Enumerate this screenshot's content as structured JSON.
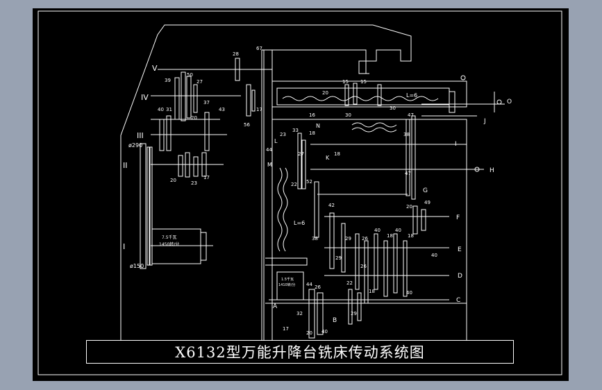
{
  "title": "X6132型万能升降台铣床传动系统图",
  "shaft_labels": {
    "V": "V",
    "IV": "IV",
    "III": "III",
    "II": "II",
    "I": "I"
  },
  "right_labels": {
    "O": "O",
    "J": "J",
    "I": "I",
    "H": "H",
    "G": "G",
    "F": "F",
    "E": "E",
    "D": "D",
    "C": "C",
    "B": "B",
    "A": "A",
    "K": "K",
    "L": "L",
    "M": "M",
    "N": "N"
  },
  "gear_numbers": {
    "g28": "28",
    "g67": "67",
    "g50": "50",
    "g39": "39",
    "g27": "27",
    "g37": "37",
    "g31": "31",
    "g40a": "40",
    "g20a": "20",
    "g43": "43",
    "g17a": "17",
    "g56": "56",
    "g20b": "20",
    "g23a": "23",
    "g17b": "17",
    "g15a": "15",
    "g15b": "15",
    "g20c": "20",
    "g30a": "30",
    "g30b": "30",
    "g16": "16",
    "g47a": "47",
    "g38": "38",
    "g33": "33",
    "g23b": "23",
    "g18a": "18",
    "g18b": "18",
    "g44a": "44",
    "g27b": "27",
    "g22": "22",
    "g52": "52",
    "g20d": "20",
    "g47b": "47",
    "g42": "42",
    "g49": "49",
    "g29a": "29",
    "g26a": "26",
    "g40b": "40",
    "g40c": "40",
    "g18c": "18",
    "g18d": "18",
    "g26b": "26",
    "g29b": "29",
    "g22b": "22",
    "g44b": "44",
    "g26c": "26",
    "g32": "32",
    "g17c": "17",
    "g20e": "20",
    "g40d": "40",
    "g38b": "38",
    "g40e": "40",
    "g29c": "29",
    "g18e": "18",
    "g40f": "40"
  },
  "annotations": {
    "lead_top": "L=6",
    "lead_mid": "L=6",
    "pulley_top": "ø290",
    "pulley_bottom": "ø150",
    "motor1_line1": "7.5千瓦",
    "motor1_line2": "1450转/分",
    "motor2_line1": "1.5千瓦",
    "motor2_line2": "1410转/分"
  },
  "colors": {
    "background": "#98a2b2",
    "sheet": "#000000",
    "lines": "#ffffff"
  }
}
